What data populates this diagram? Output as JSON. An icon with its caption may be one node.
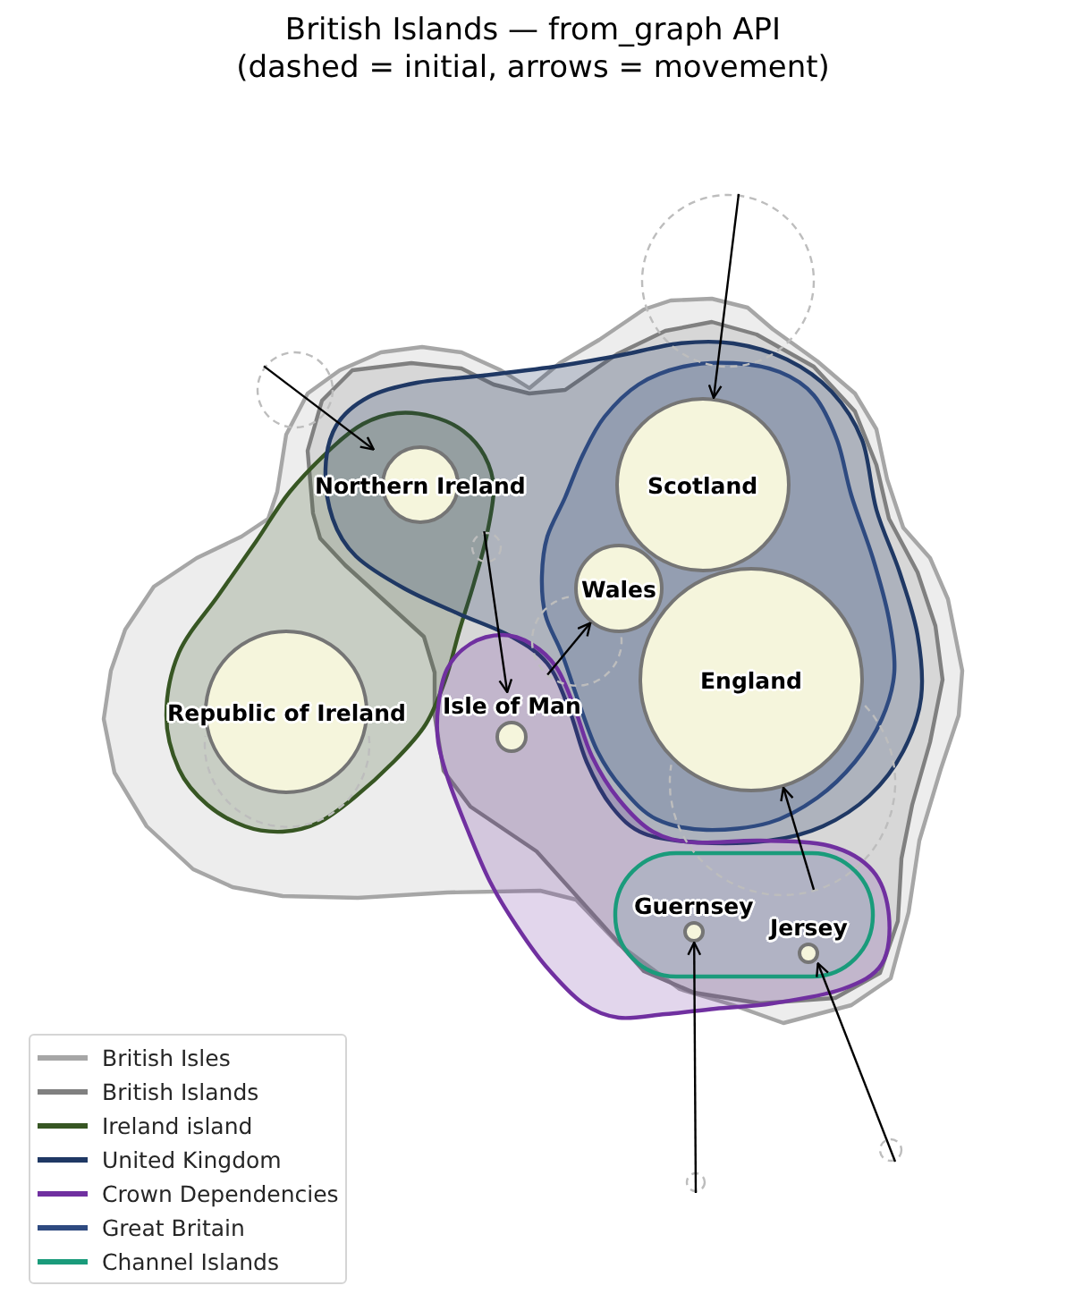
{
  "diagram": {
    "title": "British Islands — from_graph API (dashed = initial, arrows = movement)",
    "nodes": [
      {
        "text": [
          "Northern Ireland"
        ]
      },
      {
        "text": [
          "Scotland"
        ]
      },
      {
        "text": [
          "Wales"
        ]
      },
      {
        "text": [
          "Republic of Ireland"
        ]
      },
      {
        "text": [
          "Isle of Man"
        ]
      },
      {
        "text": [
          "England"
        ]
      },
      {
        "text": [
          "Guernsey"
        ]
      },
      {
        "text": [
          "Jersey"
        ]
      },
      {
        "text": [],
        "shape": "circle"
      },
      {
        "text": [],
        "shape": "circle"
      },
      {
        "text": [],
        "shape": "circle"
      },
      {
        "text": [],
        "shape": "circle"
      },
      {
        "text": [],
        "shape": "circle"
      },
      {
        "text": [],
        "shape": "circle"
      },
      {
        "text": [],
        "shape": "circle"
      },
      {
        "text": [],
        "shape": "circle"
      }
    ],
    "edges": [
      {
        "from": 8,
        "to": 0,
        "arrow": "to"
      },
      {
        "from": 9,
        "to": 1,
        "arrow": "to"
      },
      {
        "from": 10,
        "to": 2,
        "arrow": "to"
      },
      {
        "from": 12,
        "to": 4,
        "arrow": "to"
      },
      {
        "from": 13,
        "to": 5,
        "arrow": "to"
      },
      {
        "from": 14,
        "to": 6,
        "arrow": "to"
      },
      {
        "from": 15,
        "to": 7,
        "arrow": "to"
      }
    ],
    "legend": [
      {
        "text": "British Isles"
      },
      {
        "text": "British Islands"
      },
      {
        "text": "Ireland island"
      },
      {
        "text": "United Kingdom"
      },
      {
        "text": "Crown Dependencies"
      },
      {
        "text": "Great Britain"
      },
      {
        "text": "Channel Islands"
      }
    ]
  }
}
